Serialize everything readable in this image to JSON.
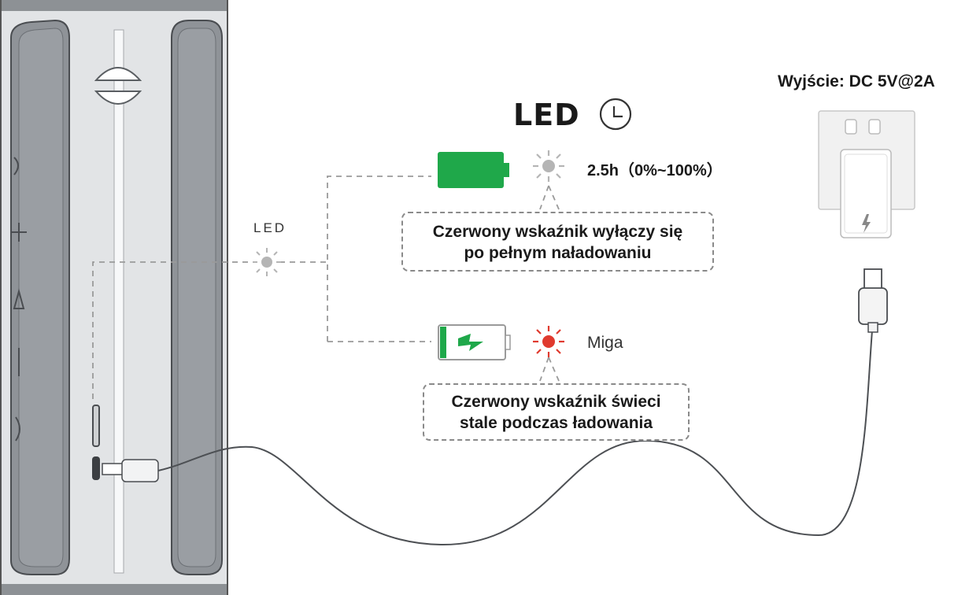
{
  "header": {
    "title": "LED",
    "clock_icon": "clock-icon"
  },
  "indicator": {
    "label": "LED"
  },
  "full_state": {
    "battery_icon": "battery-full-icon",
    "battery_color": "#1fa84a",
    "led_color": "#b5b5b5",
    "time": "2.5h（0%~100%）",
    "note_line1": "Czerwony wskaźnik wyłączy się",
    "note_line2": "po pełnym naładowaniu"
  },
  "charging_state": {
    "battery_icon": "battery-charging-icon",
    "led_color": "#e03a2e",
    "status": "Miga",
    "note_line1": "Czerwony wskaźnik świeci",
    "note_line2": "stale podczas ładowania"
  },
  "charger": {
    "output": "Wyjście: DC 5V@2A",
    "icon": "wall-charger-icon"
  }
}
